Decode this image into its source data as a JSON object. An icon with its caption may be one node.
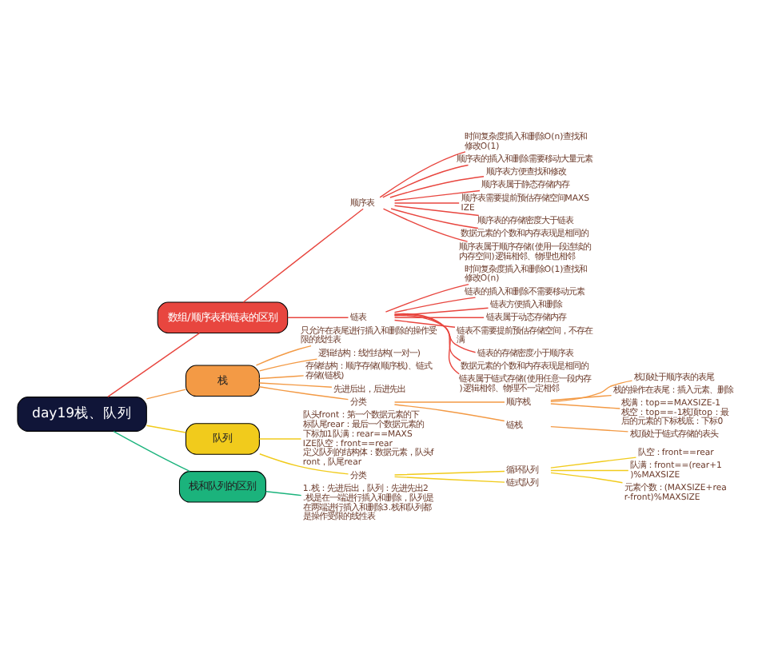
{
  "diagram": {
    "nodes": [
      {
        "text": [
          "day19栈、队列"
        ]
      },
      {
        "text": [
          "数组/顺序表和链表的区别"
        ]
      },
      {
        "text": [
          "顺序表"
        ]
      },
      {
        "text": [
          "时间复杂度插入和删除O(n)查找和修改O(1)"
        ]
      },
      {
        "text": [
          "顺序表的插入和删除需要移动大量元素"
        ]
      },
      {
        "text": [
          "顺序表方便查找和修改"
        ]
      },
      {
        "text": [
          "顺序表属于静态存储内存"
        ]
      },
      {
        "text": [
          "顺序表需要提前预估存储空间MAXSIZE"
        ]
      },
      {
        "text": [
          "顺序表的存储密度大于链表"
        ]
      },
      {
        "text": [
          "数据元素的个数和内存表现是相同的"
        ]
      },
      {
        "text": [
          "顺序表属于顺序存储(使用一段连续的内存空间)逻辑相邻、物理也相邻"
        ]
      },
      {
        "text": [
          "链表"
        ]
      },
      {
        "text": [
          "时间复杂度插入和删除O(1)查找和修改O(n)"
        ]
      },
      {
        "text": [
          "链表的插入和删除不需要移动元素"
        ]
      },
      {
        "text": [
          "链表方便插入和删除"
        ]
      },
      {
        "text": [
          "链表属于动态存储内存"
        ]
      },
      {
        "text": [
          "链表不需要提前预估存储空间，不存在满"
        ]
      },
      {
        "text": [
          "链表的存储密度小于顺序表"
        ]
      },
      {
        "text": [
          "数据元素的个数和内存表现是相同的"
        ]
      },
      {
        "text": [
          "链表属于链式存储(使用任意一段内存)逻辑相邻、物理不一定相邻"
        ]
      },
      {
        "text": [
          "栈"
        ]
      },
      {
        "text": [
          "只允许在表尾进行插入和删除的操作受限的线性表"
        ]
      },
      {
        "text": [
          "逻辑结构：线性结构(一对一)"
        ]
      },
      {
        "text": [
          "存储结构：顺序存储(顺序栈)、链式存储(链栈)"
        ]
      },
      {
        "text": [
          "先进后出，后进先出"
        ]
      },
      {
        "text": [
          "分类"
        ]
      },
      {
        "text": [
          "顺序栈"
        ]
      },
      {
        "text": [
          "链栈"
        ]
      },
      {
        "text": [
          "栈顶处于顺序表的表尾"
        ]
      },
      {
        "text": [
          "栈的操作在表尾：插入元素、删除"
        ]
      },
      {
        "text": [
          "栈满：top==MAXSIZE-1栈空：top==-1栈顶top：最后的元素的下标栈底：下标0"
        ]
      },
      {
        "text": [
          "栈顶处于链式存储的表头"
        ]
      },
      {
        "text": [
          "队列"
        ]
      },
      {
        "text": [
          "队头front：第一个数据元素的下标队尾rear：最后一个数据元素的下标加1队满：rear==MAXSIZE队空：front==rear定义队列的结构体：数据元素，队头front，队尾rear"
        ]
      },
      {
        "text": [
          "分类"
        ]
      },
      {
        "text": [
          "循环队列"
        ]
      },
      {
        "text": [
          "链式队列"
        ]
      },
      {
        "text": [
          "队空：front==rear"
        ]
      },
      {
        "text": [
          "队满：front==(rear+1)%MAXSIZE"
        ]
      },
      {
        "text": [
          "元素个数：(MAXSIZE+rear-front)%MAXSIZE"
        ]
      },
      {
        "text": [
          "栈和队列的区别"
        ]
      },
      {
        "text": [
          "1.栈：先进后出，队列：先进先出2.栈是在一端进行插入和删除，队列是在两端进行插入和删除3.栈和队列都是操作受限的线性表"
        ]
      }
    ],
    "edges": [
      {
        "from": 0,
        "to": 1,
        "arrow": "none"
      },
      {
        "from": 1,
        "to": 2,
        "arrow": "none"
      },
      {
        "from": 2,
        "to": 3,
        "arrow": "none"
      },
      {
        "from": 2,
        "to": 4,
        "arrow": "none"
      },
      {
        "from": 2,
        "to": 5,
        "arrow": "none"
      },
      {
        "from": 2,
        "to": 6,
        "arrow": "none"
      },
      {
        "from": 2,
        "to": 7,
        "arrow": "none"
      },
      {
        "from": 2,
        "to": 8,
        "arrow": "none"
      },
      {
        "from": 2,
        "to": 9,
        "arrow": "none"
      },
      {
        "from": 2,
        "to": 10,
        "arrow": "none"
      },
      {
        "from": 1,
        "to": 11,
        "arrow": "none"
      },
      {
        "from": 11,
        "to": 12,
        "arrow": "none"
      },
      {
        "from": 11,
        "to": 13,
        "arrow": "none"
      },
      {
        "from": 11,
        "to": 14,
        "arrow": "none"
      },
      {
        "from": 11,
        "to": 15,
        "arrow": "none"
      },
      {
        "from": 11,
        "to": 16,
        "arrow": "none"
      },
      {
        "from": 11,
        "to": 17,
        "arrow": "none"
      },
      {
        "from": 11,
        "to": 18,
        "arrow": "none"
      },
      {
        "from": 11,
        "to": 19,
        "arrow": "none"
      },
      {
        "from": 0,
        "to": 20,
        "arrow": "none",
        "color": "#f39a45"
      },
      {
        "from": 20,
        "to": 21,
        "arrow": "none",
        "color": "#f39a45"
      },
      {
        "from": 20,
        "to": 22,
        "arrow": "none",
        "color": "#f39a45"
      },
      {
        "from": 20,
        "to": 23,
        "arrow": "none",
        "color": "#f39a45"
      },
      {
        "from": 20,
        "to": 24,
        "arrow": "none",
        "color": "#f39a45"
      },
      {
        "from": 20,
        "to": 25,
        "arrow": "none",
        "color": "#f39a45"
      },
      {
        "from": 25,
        "to": 26,
        "arrow": "none",
        "color": "#f39a45"
      },
      {
        "from": 25,
        "to": 27,
        "arrow": "none",
        "color": "#f39a45"
      },
      {
        "from": 26,
        "to": 28,
        "arrow": "none",
        "color": "#f39a45"
      },
      {
        "from": 26,
        "to": 29,
        "arrow": "none",
        "color": "#f39a45"
      },
      {
        "from": 26,
        "to": 30,
        "arrow": "none",
        "color": "#f39a45"
      },
      {
        "from": 27,
        "to": 31,
        "arrow": "none",
        "color": "#f39a45"
      },
      {
        "from": 0,
        "to": 32,
        "arrow": "none",
        "color": "#f1cb1c"
      },
      {
        "from": 32,
        "to": 33,
        "arrow": "none",
        "color": "#f1cb1c"
      },
      {
        "from": 32,
        "to": 34,
        "arrow": "none",
        "color": "#f1cb1c"
      },
      {
        "from": 34,
        "to": 35,
        "arrow": "none",
        "color": "#f1cb1c"
      },
      {
        "from": 34,
        "to": 36,
        "arrow": "none",
        "color": "#f1cb1c"
      },
      {
        "from": 35,
        "to": 37,
        "arrow": "none",
        "color": "#f1cb1c"
      },
      {
        "from": 35,
        "to": 38,
        "arrow": "none",
        "color": "#f1cb1c"
      },
      {
        "from": 35,
        "to": 39,
        "arrow": "none",
        "color": "#f1cb1c"
      },
      {
        "from": 0,
        "to": 40,
        "arrow": "none",
        "color": "#1bb37c"
      },
      {
        "from": 40,
        "to": 41,
        "arrow": "none",
        "color": "#1bb37c"
      }
    ]
  }
}
